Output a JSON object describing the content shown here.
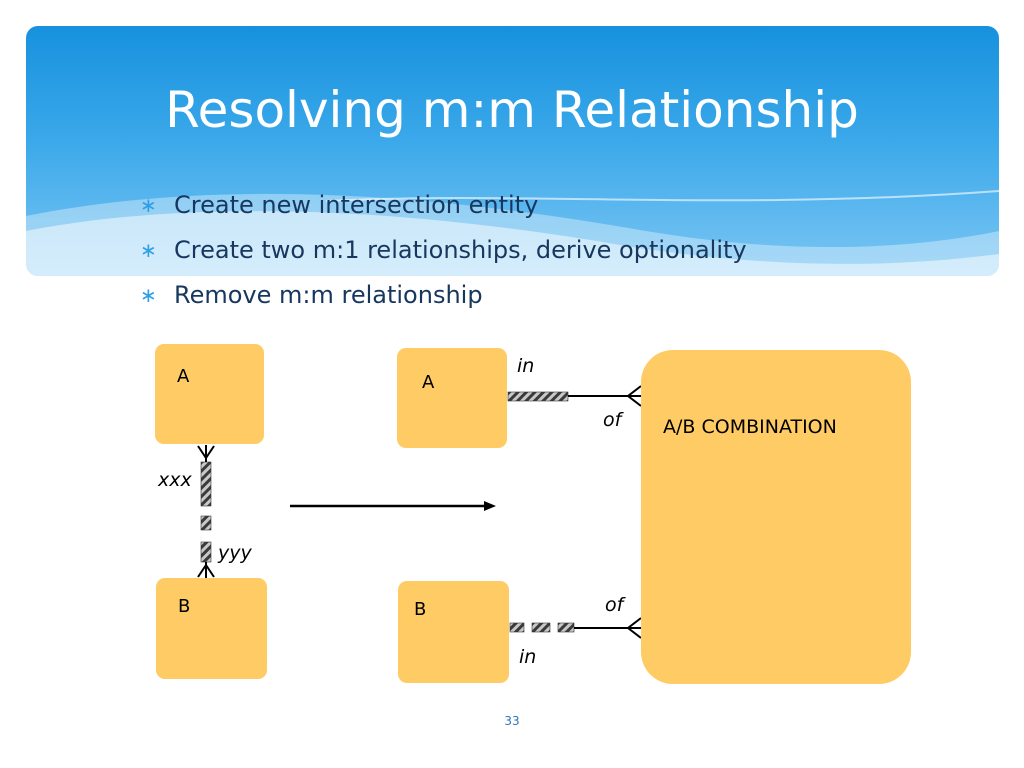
{
  "slide": {
    "title": "Resolving m:m Relationship",
    "bullets": [
      "Create new intersection entity",
      "Create two m:1 relationships, derive optionality",
      "Remove m:m relationship"
    ],
    "bullet_glyph": "∗",
    "page_number": "33"
  },
  "diagram": {
    "left": {
      "entity_a": "A",
      "entity_b": "B",
      "label_top": "xxx",
      "label_bottom": "yyy"
    },
    "right": {
      "entity_a": "A",
      "entity_b": "B",
      "intersection": "A/B COMBINATION",
      "label_a_in": "in",
      "label_a_of": "of",
      "label_b_of": "of",
      "label_b_in": "in"
    }
  },
  "colors": {
    "header_blue": "#1791dd",
    "entity_fill": "#fecb65",
    "bullet_text": "#17375e",
    "bullet_glyph": "#2e9fe6"
  }
}
